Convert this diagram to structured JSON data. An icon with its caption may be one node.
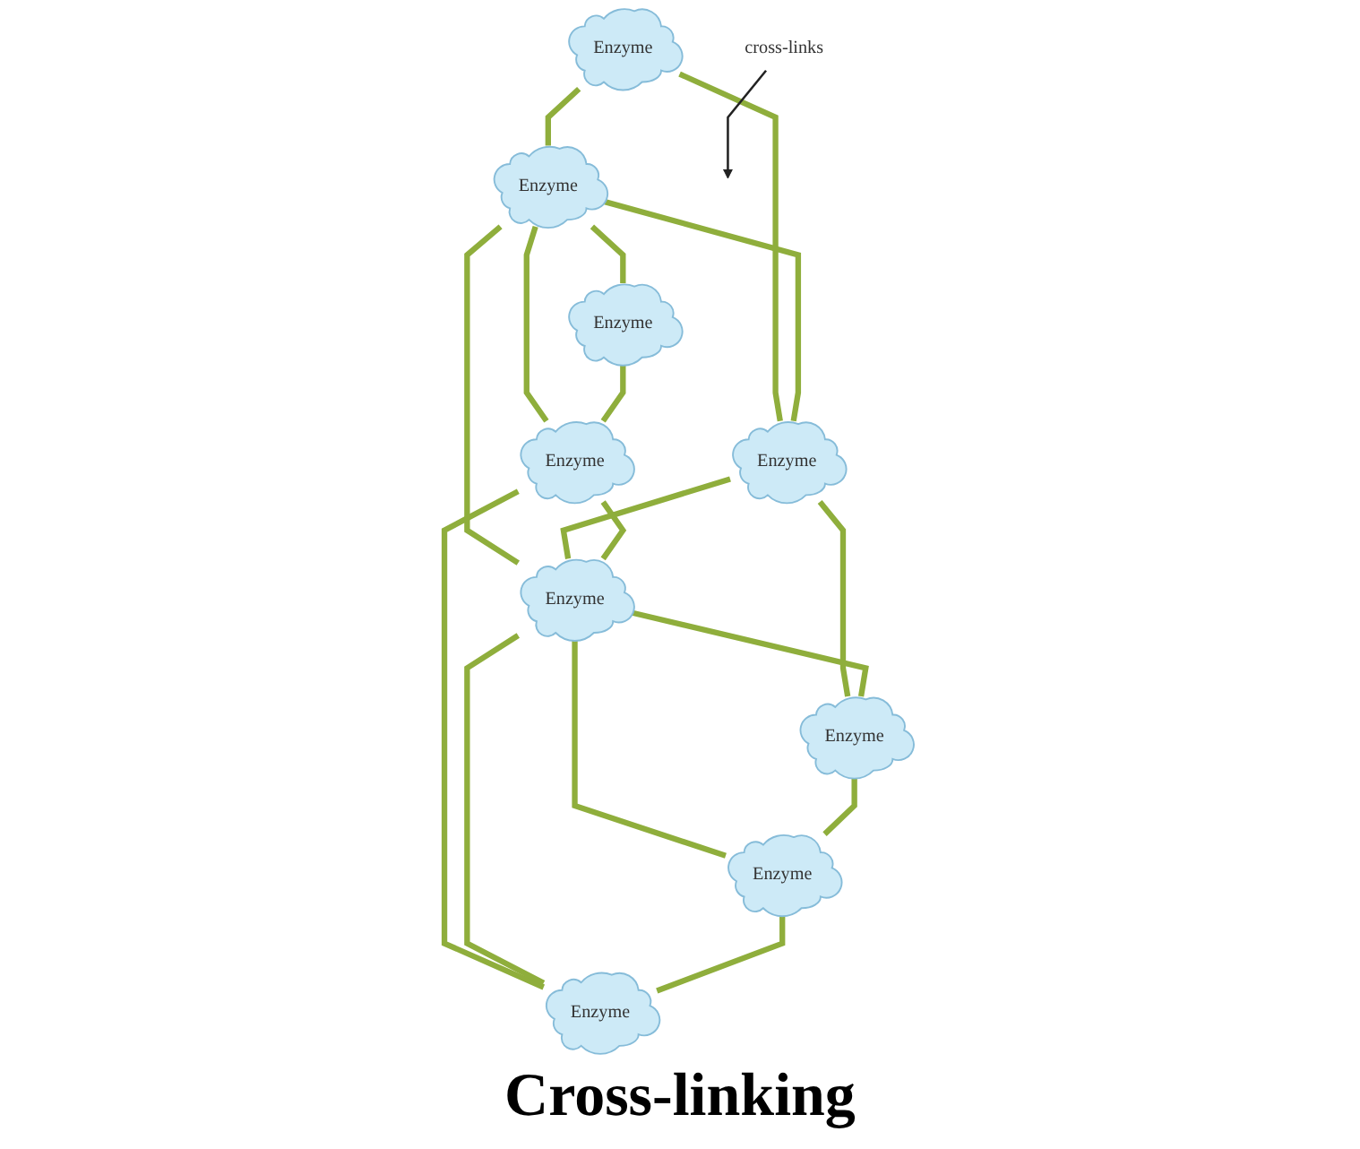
{
  "diagram": {
    "title": "Cross-linking",
    "nodes": [
      {
        "text": [
          "Enzyme"
        ]
      },
      {
        "text": [
          "Enzyme"
        ]
      },
      {
        "text": [
          "Enzyme"
        ]
      },
      {
        "text": [
          "Enzyme"
        ]
      },
      {
        "text": [
          "Enzyme"
        ]
      },
      {
        "text": [
          "Enzyme"
        ]
      },
      {
        "text": [
          "Enzyme"
        ]
      },
      {
        "text": [
          "Enzyme"
        ]
      },
      {
        "text": [
          "Enzyme"
        ]
      },
      {
        "text": [
          "cross-links"
        ]
      }
    ],
    "edges": [
      {
        "from": 0,
        "to": 1,
        "arrow": "none"
      },
      {
        "from": 0,
        "to": 3,
        "arrow": "none"
      },
      {
        "from": 1,
        "to": 2,
        "arrow": "none"
      },
      {
        "from": 1,
        "to": 3,
        "arrow": "none"
      },
      {
        "from": 1,
        "to": 4,
        "arrow": "none"
      },
      {
        "from": 1,
        "to": 5,
        "arrow": "none"
      },
      {
        "from": 2,
        "to": 4,
        "arrow": "none"
      },
      {
        "from": 3,
        "to": 5,
        "arrow": "none"
      },
      {
        "from": 3,
        "to": 7,
        "arrow": "none"
      },
      {
        "from": 4,
        "to": 5,
        "arrow": "none"
      },
      {
        "from": 4,
        "to": 6,
        "arrow": "none"
      },
      {
        "from": 5,
        "to": 6,
        "arrow": "none"
      },
      {
        "from": 5,
        "to": 7,
        "arrow": "none"
      },
      {
        "from": 5,
        "to": 8,
        "arrow": "none"
      },
      {
        "from": 7,
        "to": 8,
        "arrow": "none"
      },
      {
        "from": 8,
        "to": 6,
        "arrow": "none"
      },
      {
        "from": 9,
        "to": null,
        "arrow": "to",
        "color": "#222222"
      }
    ]
  }
}
